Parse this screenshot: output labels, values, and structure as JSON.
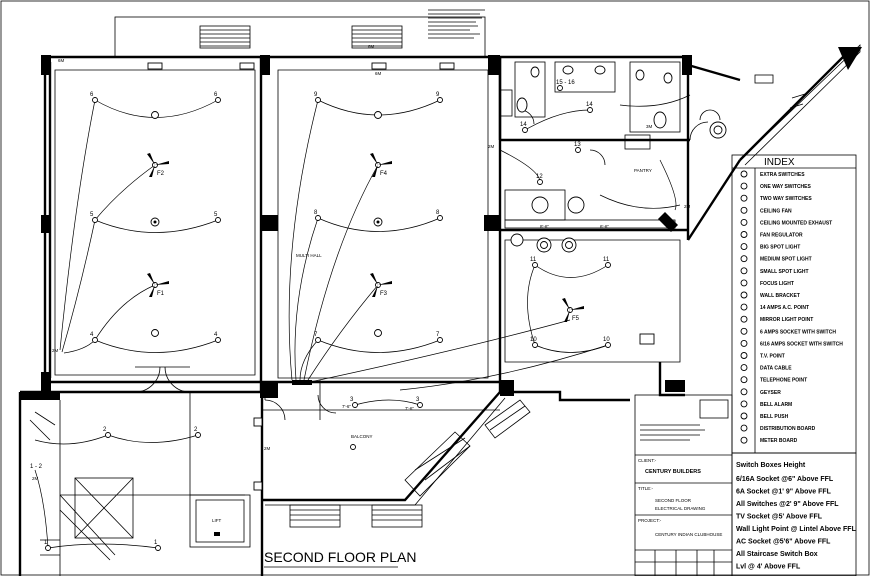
{
  "plan": {
    "title": "SECOND FLOOR PLAN",
    "rooms": {
      "multi_hall": "MULTI HALL",
      "balcony": "BALCONY",
      "pantry": "PANTRY",
      "lift": "LIFT"
    },
    "fans": [
      "F1",
      "F2",
      "F3",
      "F4",
      "F5"
    ],
    "points": {
      "room1": [
        "6",
        "6",
        "5",
        "5",
        "4",
        "4"
      ],
      "room2": [
        "9",
        "9",
        "8",
        "8",
        "7",
        "7"
      ],
      "right": [
        "11",
        "11",
        "10",
        "10",
        "12",
        "13",
        "14",
        "14",
        "15 - 16"
      ],
      "stairs": [
        "2",
        "2",
        "1",
        "1",
        "1 - 2"
      ],
      "balcony": [
        "3",
        "3"
      ]
    },
    "sizes": [
      "6M",
      "6M",
      "2M",
      "2M",
      "6M",
      "2M",
      "3M",
      "2M",
      "2M",
      "2M"
    ],
    "dims": [
      "7'-6\"",
      "7'-6\"",
      "6'-6\"",
      "8'-6\""
    ]
  },
  "index": {
    "heading": "INDEX",
    "items": [
      {
        "icon": "extra-switch-icon",
        "label": "EXTRA SWITCHES"
      },
      {
        "icon": "one-way-switch-icon",
        "label": "ONE WAY SWITCHES"
      },
      {
        "icon": "two-way-switch-icon",
        "label": "TWO WAY SWITCHES"
      },
      {
        "icon": "ceiling-fan-icon",
        "label": "CEILING FAN"
      },
      {
        "icon": "exhaust-icon",
        "label": "CEILING MOUNTED EXHAUST"
      },
      {
        "icon": "fan-regulator-icon",
        "label": "FAN REGULATOR"
      },
      {
        "icon": "big-spot-light-icon",
        "label": "BIG SPOT LIGHT"
      },
      {
        "icon": "medium-spot-light-icon",
        "label": "MEDIUM SPOT LIGHT"
      },
      {
        "icon": "small-spot-light-icon",
        "label": "SMALL SPOT LIGHT"
      },
      {
        "icon": "focus-light-icon",
        "label": "FOCUS LIGHT"
      },
      {
        "icon": "wall-bracket-icon",
        "label": "WALL BRACKET"
      },
      {
        "icon": "ac-point-icon",
        "label": "14 AMPS A.C. POINT"
      },
      {
        "icon": "mirror-light-icon",
        "label": "MIRROR LIGHT POINT"
      },
      {
        "icon": "socket-6a-icon",
        "label": "6 AMPS SOCKET WITH SWITCH"
      },
      {
        "icon": "socket-16a-icon",
        "label": "6/16 AMPS SOCKET WITH SWITCH"
      },
      {
        "icon": "tv-point-icon",
        "label": "T.V. POINT"
      },
      {
        "icon": "data-cable-icon",
        "label": "DATA CABLE"
      },
      {
        "icon": "telephone-point-icon",
        "label": "TELEPHONE POINT"
      },
      {
        "icon": "geyser-icon",
        "label": "GEYSER"
      },
      {
        "icon": "bell-alarm-icon",
        "label": "BELL ALARM"
      },
      {
        "icon": "bell-push-icon",
        "label": "BELL PUSH"
      },
      {
        "icon": "distribution-board-icon",
        "label": "DISTRIBUTION BOARD"
      },
      {
        "icon": "meter-board-icon",
        "label": "METER BOARD"
      }
    ]
  },
  "notes": {
    "heading": "Switch Boxes Height",
    "lines": [
      "6/16A Socket @6\" Above FFL",
      "6A Socket @1' 9\" Above FFL",
      "All Switches @2' 9\" Above FFL",
      "TV Socket @5' Above FFL",
      "Wall Light Point @ Lintel Above FFL",
      "AC Socket @5'6\" Above FFL",
      "All Staircase Switch Box",
      "Lvl @ 4' Above FFL"
    ]
  },
  "title_block": {
    "client_label": "CLIENT:-",
    "client": "CENTURY BUILDERS",
    "title_label": "TITLE:-",
    "title_line1": "SECOND FLOOR",
    "title_line2": "ELECTRICAL DRAWING",
    "project_label": "PROJECT:-",
    "project": "CENTURY INDIAN CLUBHOUSE"
  }
}
